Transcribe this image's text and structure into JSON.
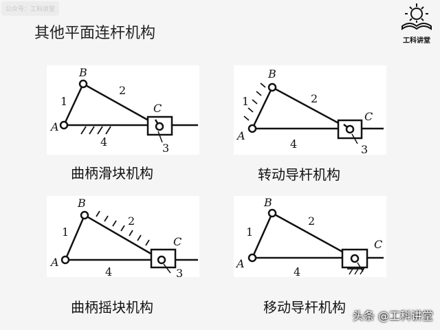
{
  "watermark": "公众号：工科讲堂",
  "title": "其他平面连杆机构",
  "logo": {
    "label": "工科讲堂",
    "icon": "gear-book-icon"
  },
  "diagrams": [
    {
      "caption": "曲柄滑块机构",
      "labels": {
        "A": "A",
        "B": "B",
        "C": "C",
        "l1": "1",
        "l2": "2",
        "l3": "3",
        "l4": "4"
      }
    },
    {
      "caption": "转动导杆机构",
      "labels": {
        "A": "A",
        "B": "B",
        "C": "C",
        "l1": "1",
        "l2": "2",
        "l3": "3",
        "l4": "4"
      }
    },
    {
      "caption": "曲柄摇块机构",
      "labels": {
        "A": "A",
        "B": "B",
        "C": "C",
        "l1": "1",
        "l2": "2",
        "l3": "3",
        "l4": "4"
      }
    },
    {
      "caption": "移动导杆机构",
      "labels": {
        "A": "A",
        "B": "B",
        "C": "C",
        "l1": "1",
        "l2": "2",
        "l3": "3",
        "l4": "4"
      }
    }
  ],
  "footer_watermark": "头条 @工科讲堂"
}
